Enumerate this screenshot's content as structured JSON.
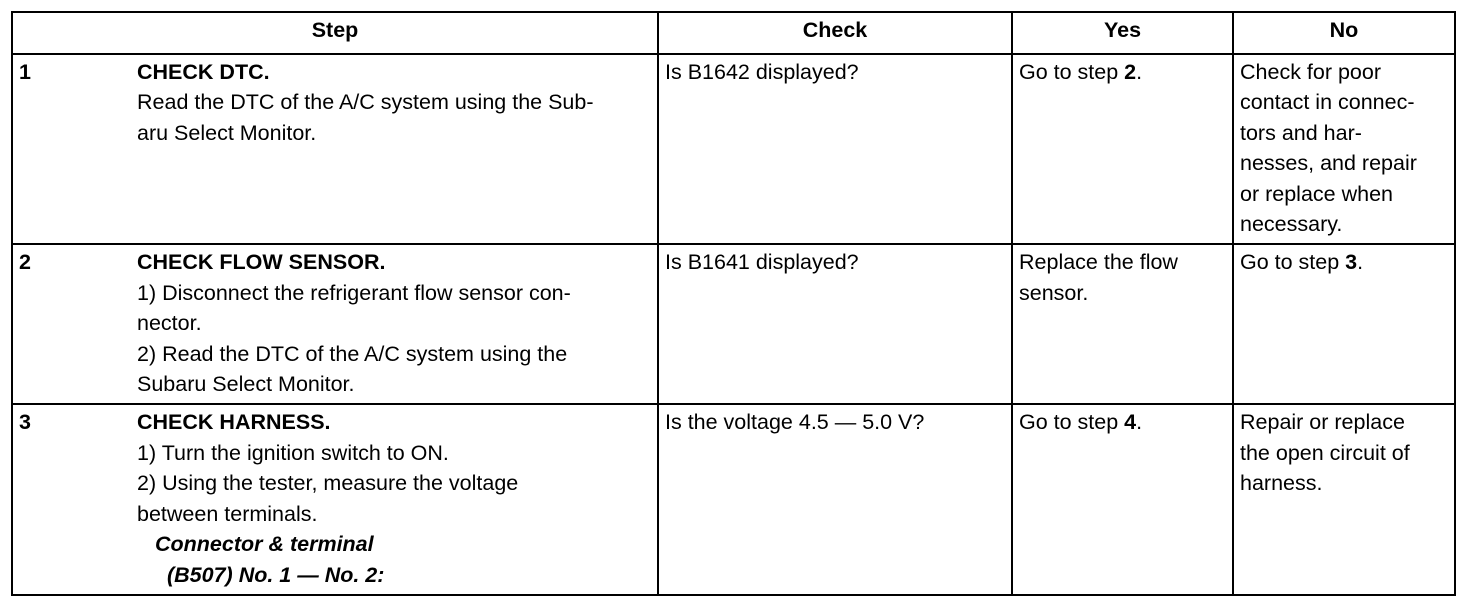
{
  "headers": {
    "step": "Step",
    "check": "Check",
    "yes": "Yes",
    "no": "No"
  },
  "rows": [
    {
      "number": "1",
      "title": "CHECK DTC.",
      "lines": [
        "Read the DTC of the A/C system using the Sub-",
        "aru Select Monitor."
      ],
      "check": "Is B1642 displayed?",
      "yes_prefix": "Go to step ",
      "yes_bold": "2",
      "yes_suffix": ".",
      "no_lines": [
        "Check for poor",
        "contact in connec-",
        "tors and har-",
        "nesses, and repair",
        "or replace when",
        "necessary."
      ]
    },
    {
      "number": "2",
      "title": "CHECK FLOW SENSOR.",
      "lines": [
        "1)  Disconnect the refrigerant flow sensor con-",
        "nector.",
        "2)  Read the DTC of the A/C system using the",
        "Subaru Select Monitor."
      ],
      "check": "Is B1641 displayed?",
      "yes_lines": [
        "Replace the flow",
        "sensor."
      ],
      "no_prefix": "Go to step ",
      "no_bold": "3",
      "no_suffix": "."
    },
    {
      "number": "3",
      "title": "CHECK HARNESS.",
      "lines": [
        "1)  Turn the ignition switch to ON.",
        "2)  Using the tester, measure the voltage",
        "between terminals."
      ],
      "spec_label": "Connector & terminal",
      "spec_value": "(B507) No. 1 — No. 2:",
      "check": "Is the voltage 4.5 — 5.0 V?",
      "yes_prefix": "Go to step ",
      "yes_bold": "4",
      "yes_suffix": ".",
      "no_lines": [
        "Repair or replace",
        "the open circuit of",
        "harness."
      ]
    }
  ]
}
